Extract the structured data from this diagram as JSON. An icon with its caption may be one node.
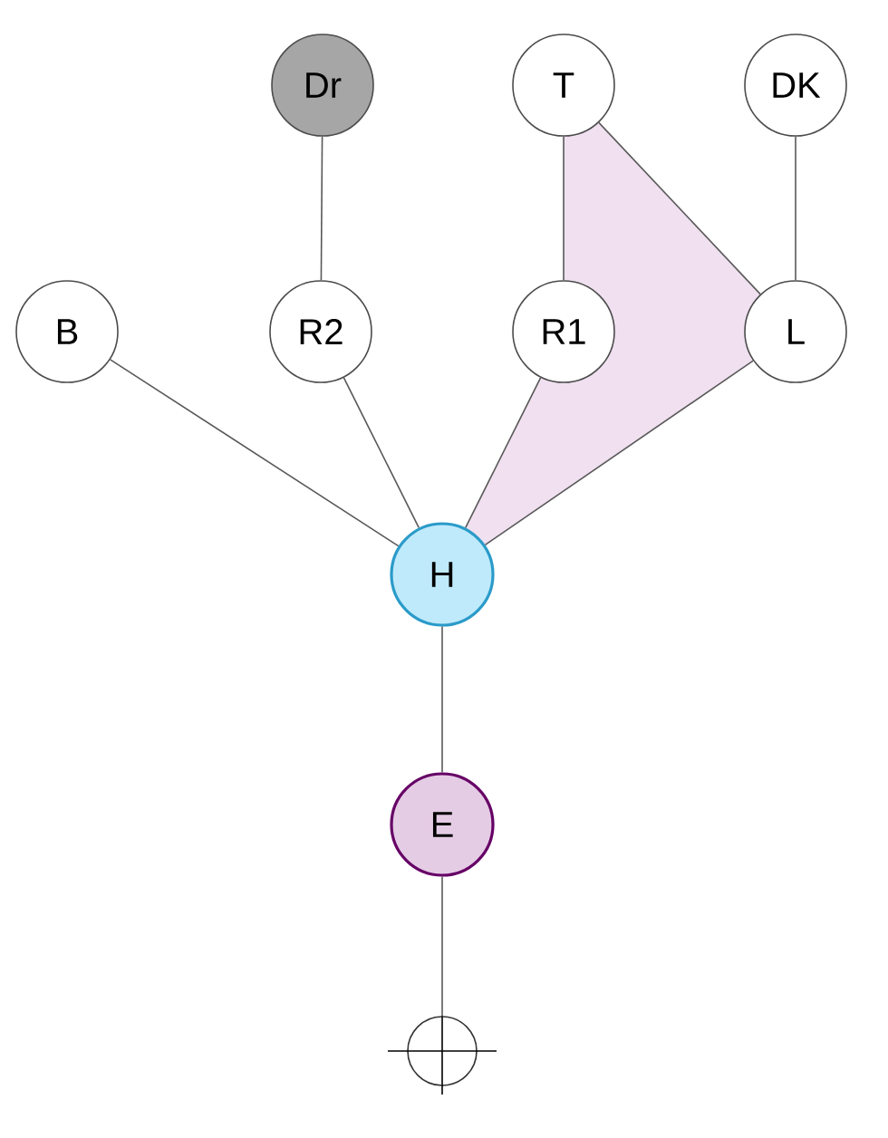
{
  "diagram": {
    "nodes": [
      {
        "text": [
          "Dr"
        ]
      },
      {
        "text": [
          "T"
        ]
      },
      {
        "text": [
          "DK"
        ]
      },
      {
        "text": [
          "B"
        ]
      },
      {
        "text": [
          "R2"
        ]
      },
      {
        "text": [
          "R1"
        ]
      },
      {
        "text": [
          "L"
        ]
      },
      {
        "text": [
          "H"
        ]
      },
      {
        "text": [
          "E"
        ]
      },
      {
        "text": [],
        "shape": "circle"
      }
    ],
    "edges": [
      {
        "from": 0,
        "to": 4,
        "arrow": "none"
      },
      {
        "from": 1,
        "to": 5,
        "arrow": "none"
      },
      {
        "from": 1,
        "to": 6,
        "arrow": "none"
      },
      {
        "from": 2,
        "to": 6,
        "arrow": "none"
      },
      {
        "from": 3,
        "to": 7,
        "arrow": "none"
      },
      {
        "from": 4,
        "to": 7,
        "arrow": "none"
      },
      {
        "from": 5,
        "to": 7,
        "arrow": "none"
      },
      {
        "from": 6,
        "to": 7,
        "arrow": "none"
      },
      {
        "from": 7,
        "to": 8,
        "arrow": "none"
      },
      {
        "from": 8,
        "to": 9,
        "arrow": "none"
      }
    ]
  }
}
